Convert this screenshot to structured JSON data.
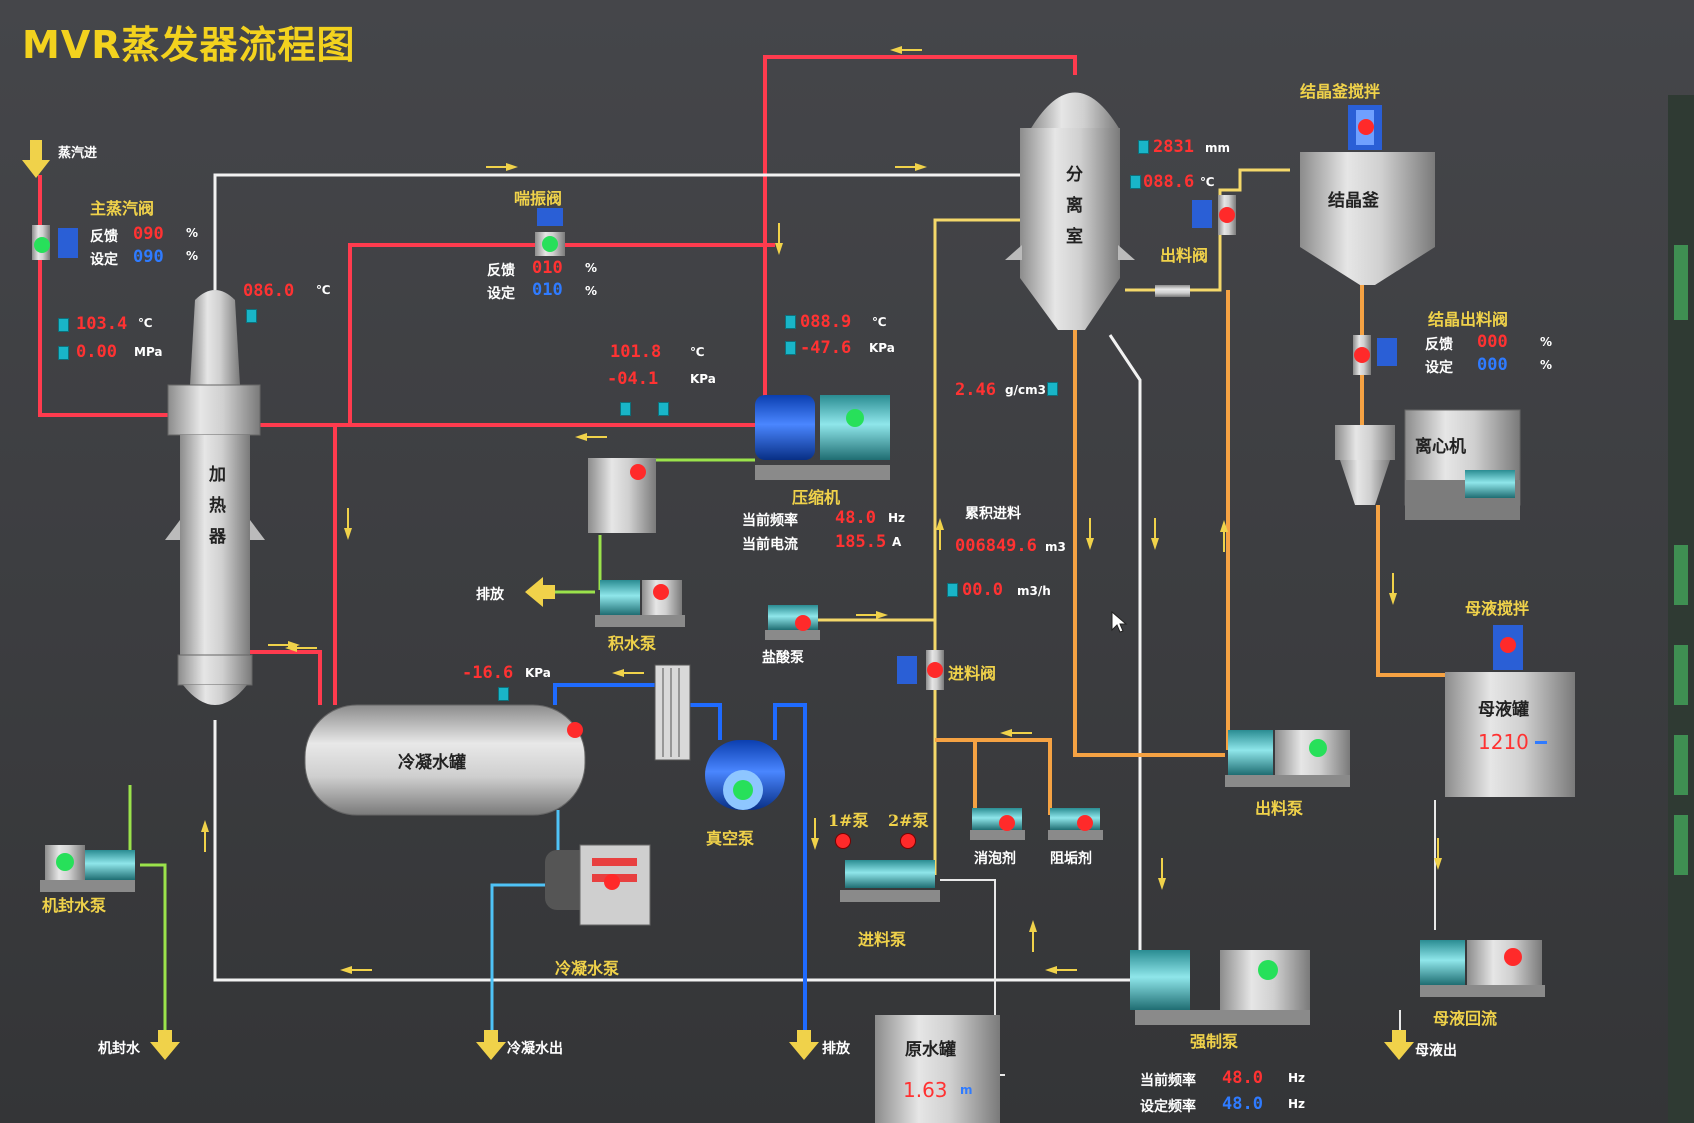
{
  "title": "MVR蒸发器流程图",
  "labels": {
    "steam_in": "蒸汽进",
    "main_valve": "主蒸汽阀",
    "surge_valve": "喘振阀",
    "heater": "加热器",
    "separator": "分离室",
    "crystallizer_stir": "结晶釜搅拌",
    "crystallizer": "结晶釜",
    "outlet_valve": "出料阀",
    "crystal_outlet_valve": "结晶出料阀",
    "centrifuge": "离心机",
    "compressor": "压缩机",
    "water_tank_pump": "积水泵",
    "discharge1": "排放",
    "acid_pump": "盐酸泵",
    "cumulative_feed": "累积进料",
    "feed_valve": "进料阀",
    "condensate_tank": "冷凝水罐",
    "vacuum_pump": "真空泵",
    "seal_water_pump": "机封水泵",
    "seal_water": "机封水",
    "condensate_pump": "冷凝水泵",
    "condensate_out": "冷凝水出",
    "discharge2": "排放",
    "pump1": "1#泵",
    "pump2": "2#泵",
    "feed_pump": "进料泵",
    "defoamer": "消泡剂",
    "antiscalant": "阻垢剂",
    "outlet_pump": "出料泵",
    "mother_stir": "母液搅拌",
    "mother_tank": "母液罐",
    "mother_return": "母液回流",
    "mother_out": "母液出",
    "forced_pump": "强制泵",
    "raw_water_tank": "原水罐",
    "feedback": "反馈",
    "setpoint": "设定",
    "cur_freq": "当前频率",
    "cur_current": "当前电流",
    "set_freq": "设定频率"
  },
  "values": {
    "main_fb": "090",
    "main_set": "090",
    "surge_fb": "010",
    "surge_set": "010",
    "heater_temp": "086.0",
    "steam_temp": "103.4",
    "steam_press": "0.00",
    "pipe_temp": "101.8",
    "pipe_press": "-04.1",
    "comp_out_temp": "088.9",
    "comp_in_press": "-47.6",
    "sep_level": "2831",
    "sep_temp": "088.6",
    "density": "2.46",
    "comp_freq": "48.0",
    "comp_current": "185.5",
    "cum_feed": "006849.6",
    "feed_flow": "00.0",
    "cond_press": "-16.6",
    "crys_fb": "000",
    "crys_set": "000",
    "mother_level": "1210",
    "raw_level": "1.63",
    "forced_freq": "48.0",
    "forced_set_freq": "48.0"
  },
  "units": {
    "pct": "%",
    "degC": "℃",
    "mpa": "MPa",
    "kpa": "KPa",
    "hz": "Hz",
    "amp": "A",
    "m3": "m3",
    "m3h": "m3/h",
    "mm": "mm",
    "gcm3": "g/cm3",
    "m": "m"
  },
  "colors": {
    "steam_pipe": "#ff3b4e",
    "vapor_pipe": "#f2f2f2",
    "feed_pipe": "#f4d86a",
    "product_pipe": "#f5a243",
    "vacuum_pipe": "#1f6bff",
    "water_pipe": "#4fc3f7",
    "seal_pipe": "#9be34b",
    "label_yellow": "#f0d24a",
    "value_red": "#ff3232",
    "value_blue": "#2f7bff"
  }
}
